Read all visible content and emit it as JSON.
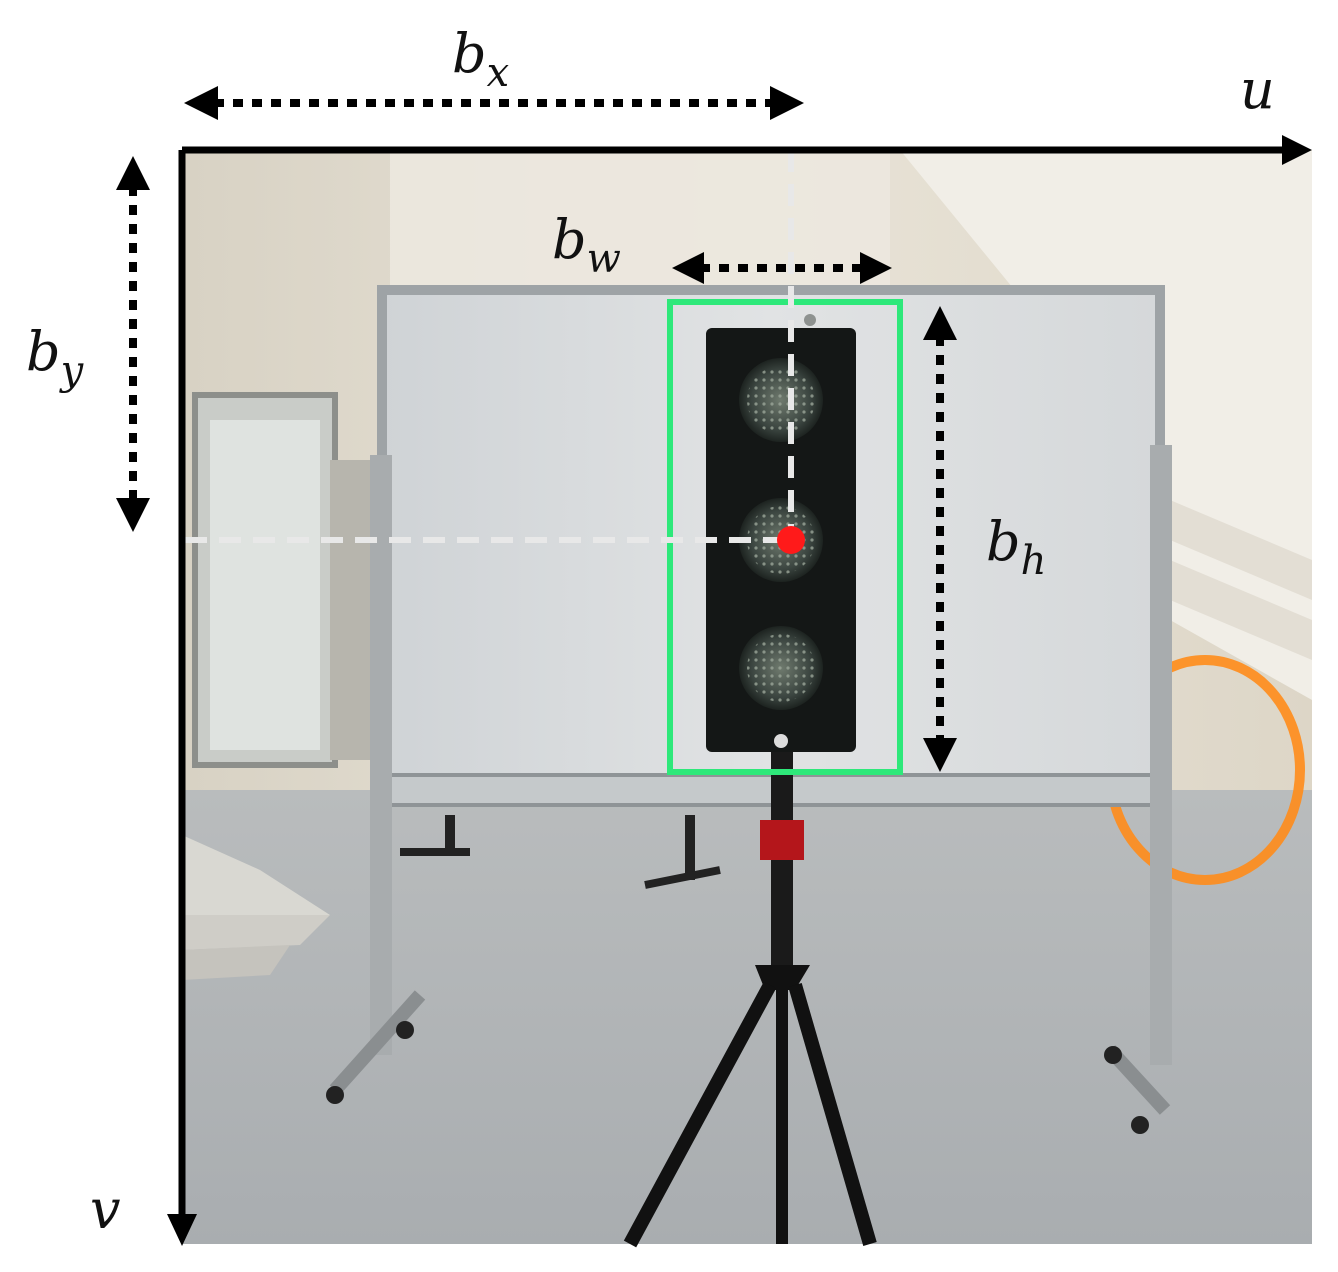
{
  "labels": {
    "bx": {
      "main": "b",
      "sub": "x"
    },
    "by": {
      "main": "b",
      "sub": "y"
    },
    "bw": {
      "main": "b",
      "sub": "w"
    },
    "bh": {
      "main": "b",
      "sub": "h"
    },
    "u_axis": "u",
    "v_axis": "v"
  },
  "colors": {
    "axis": "#000000",
    "bbox": "#2ee87a",
    "center_point": "#ff1a1a",
    "guide_dash": "#e8e8e8",
    "dimension_arrow": "#000000"
  },
  "icons": {
    "traffic_light": "traffic-light-icon",
    "tripod": "tripod-icon",
    "whiteboard": "whiteboard-icon"
  }
}
